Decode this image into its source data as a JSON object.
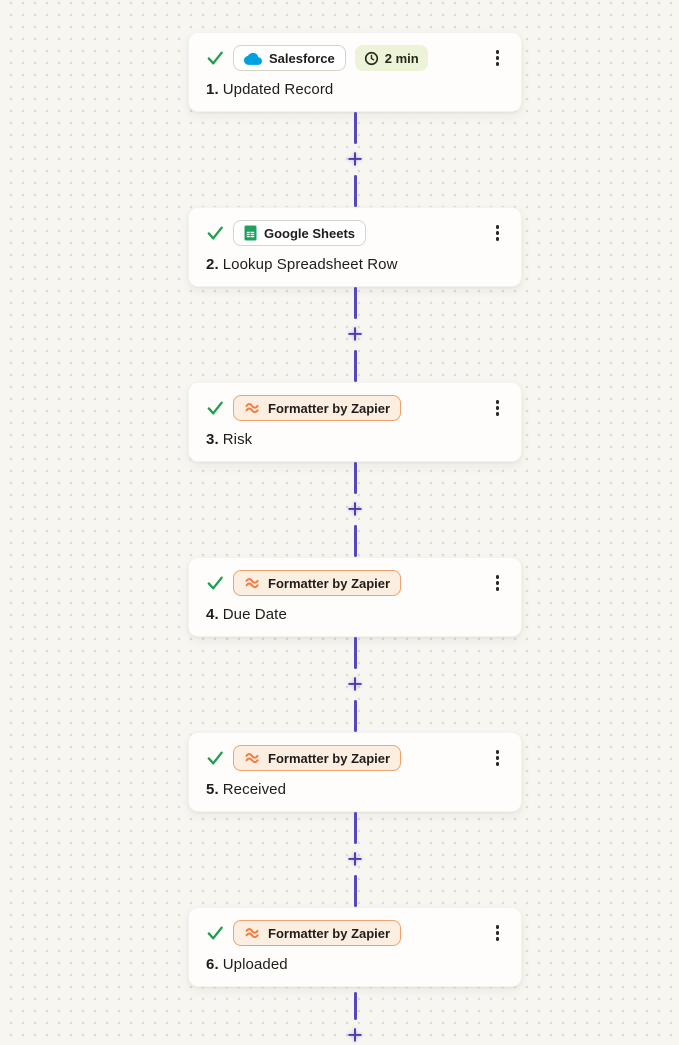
{
  "canvas": {
    "background": "#F8F6F1",
    "dot_color": "#DEDAD1"
  },
  "colors": {
    "connector_purple": "#5546C1",
    "plus_purple": "#4B3CAE",
    "check_green": "#1E9E4E",
    "salesforce_blue": "#00A1E0",
    "sheets_green": "#1CA15F",
    "formatter_orange": "#F8793B",
    "formatter_badge_bg": "#FCEFE1",
    "formatter_badge_border": "#EEA46F",
    "time_badge_bg": "#EDF3D6",
    "card_bg": "#FEFDFB"
  },
  "steps": [
    {
      "number": "1.",
      "title": "Updated Record",
      "app": "Salesforce",
      "app_icon": "salesforce-cloud-icon",
      "status": "success",
      "duration": "2 min"
    },
    {
      "number": "2.",
      "title": "Lookup Spreadsheet Row",
      "app": "Google Sheets",
      "app_icon": "google-sheets-icon",
      "status": "success"
    },
    {
      "number": "3.",
      "title": "Risk",
      "app": "Formatter by Zapier",
      "app_icon": "formatter-waves-icon",
      "status": "success"
    },
    {
      "number": "4.",
      "title": "Due Date",
      "app": "Formatter by Zapier",
      "app_icon": "formatter-waves-icon",
      "status": "success"
    },
    {
      "number": "5.",
      "title": "Received",
      "app": "Formatter by Zapier",
      "app_icon": "formatter-waves-icon",
      "status": "success"
    },
    {
      "number": "6.",
      "title": "Uploaded",
      "app": "Formatter by Zapier",
      "app_icon": "formatter-waves-icon",
      "status": "success"
    }
  ],
  "connector": {
    "add_step_label": "+"
  }
}
